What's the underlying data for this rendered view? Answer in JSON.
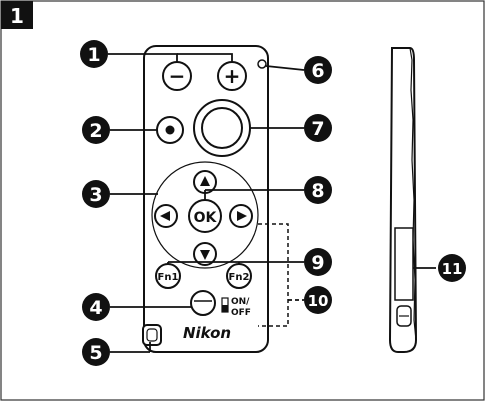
{
  "figure": {
    "number": "1"
  },
  "remote": {
    "brand": "Nikon",
    "buttons": {
      "minus": "−",
      "plus": "+",
      "ok": "OK",
      "fn1": "Fn1",
      "fn2": "Fn2"
    },
    "switch_label_top": "ON/",
    "switch_label_bottom": "OFF"
  },
  "callouts": [
    "1",
    "2",
    "3",
    "4",
    "5",
    "6",
    "7",
    "8",
    "9",
    "10",
    "11"
  ]
}
